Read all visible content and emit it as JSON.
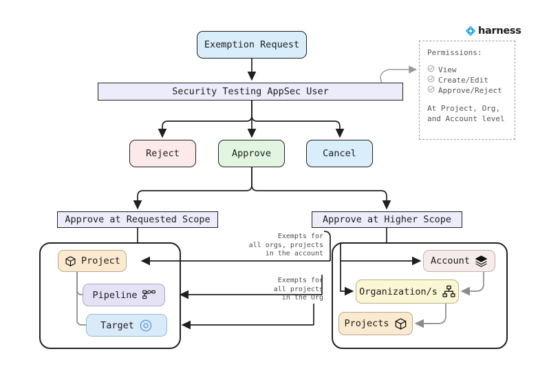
{
  "brand": {
    "name": "harness",
    "logo_icon": "harness-diamond-icon",
    "accent_color": "#22a5e3"
  },
  "flow": {
    "exemption_request": "Exemption Request",
    "user_role": "Security Testing AppSec User",
    "actions": [
      {
        "label": "Reject",
        "color": "#fceaea"
      },
      {
        "label": "Approve",
        "color": "#e2f5e1"
      },
      {
        "label": "Cancel",
        "color": "#d9eefb"
      }
    ],
    "scopes": {
      "requested": "Approve at Requested Scope",
      "higher": "Approve at Higher Scope"
    }
  },
  "requested_scope_group": {
    "nodes": [
      {
        "label": "Project",
        "icon": "cube-icon",
        "color": "#fbeacf"
      },
      {
        "label": "Pipeline",
        "icon": "pipeline-icon",
        "color": "#e6e2f5"
      },
      {
        "label": "Target",
        "icon": "target-icon",
        "color": "#d9eaf9"
      }
    ]
  },
  "higher_scope_group": {
    "nodes": [
      {
        "label": "Account",
        "icon": "layers-icon",
        "color": "#f6ecec"
      },
      {
        "label": "Organization/s",
        "icon": "sitemap-icon",
        "color": "#fbf7d4"
      },
      {
        "label": "Projects",
        "icon": "cube-icon",
        "color": "#fbeacf"
      }
    ]
  },
  "edge_labels": {
    "account_exempt": "Exempts for\nall orgs, projects\nin the account",
    "org_exempt": "Exempts for\nall projects\nin the Org"
  },
  "permissions_panel": {
    "title": "Permissions:",
    "items": [
      {
        "label": "View",
        "icon": "check-circle-icon"
      },
      {
        "label": "Create/Edit",
        "icon": "check-circle-icon"
      },
      {
        "label": "Approve/Reject",
        "icon": "check-circle-icon"
      }
    ],
    "footer": "At Project, Org,\nand Account level"
  }
}
